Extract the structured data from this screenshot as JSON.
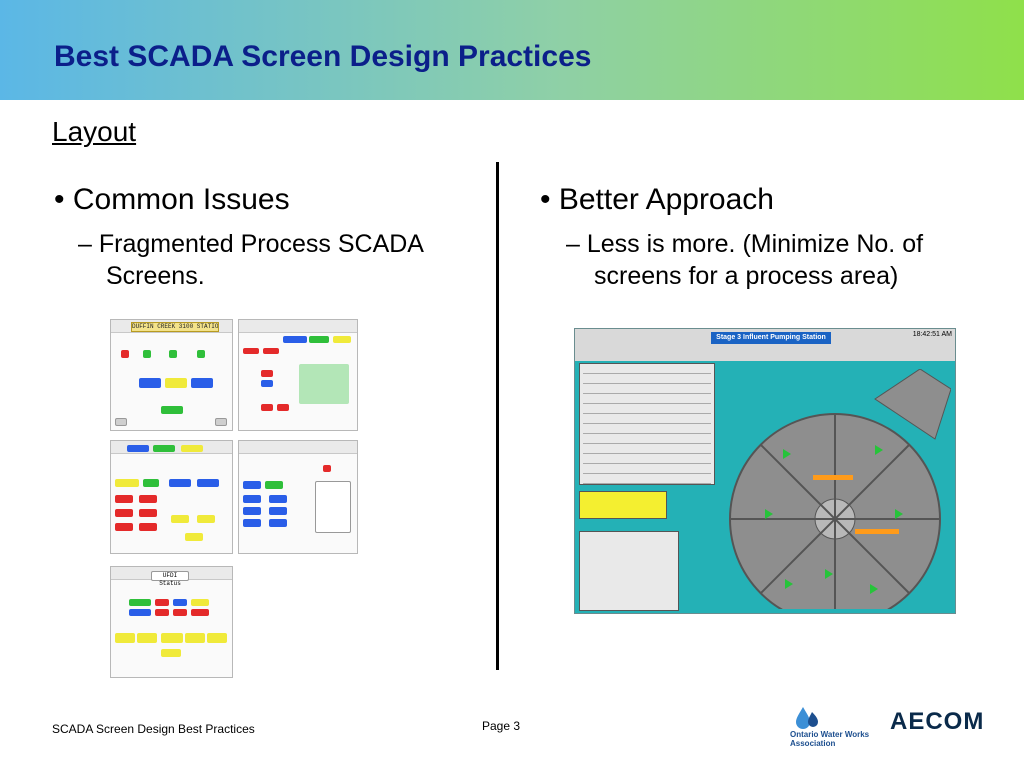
{
  "slide": {
    "title": "Best SCADA Screen Design Practices",
    "subtitle": "Layout"
  },
  "left": {
    "bullet": "Common Issues",
    "sub_line1": "– Fragmented Process SCADA",
    "sub_line2": "Screens."
  },
  "right": {
    "bullet": "Better Approach",
    "sub_line1": "– Less is more. (Minimize No. of",
    "sub_line2": "screens for a process area)"
  },
  "thumbnails": {
    "main_caption": "DUFFIN CREEK 3100 STATION",
    "vfd_caption": "UFDI Status"
  },
  "scada": {
    "station_title": "Stage 3 Influent Pumping Station",
    "clock": "18:42:51 AM"
  },
  "footer": {
    "left_text": "SCADA Screen Design Best Practices",
    "page": "Page 3",
    "owwa_line1": "Ontario Water Works",
    "owwa_line2": "Association",
    "aecom": "AECOM"
  },
  "colors": {
    "title": "#0b1f8a",
    "header_gradient_start": "#5bb7e6",
    "header_gradient_end": "#8fe04a",
    "scada_background": "#24b1b6"
  }
}
